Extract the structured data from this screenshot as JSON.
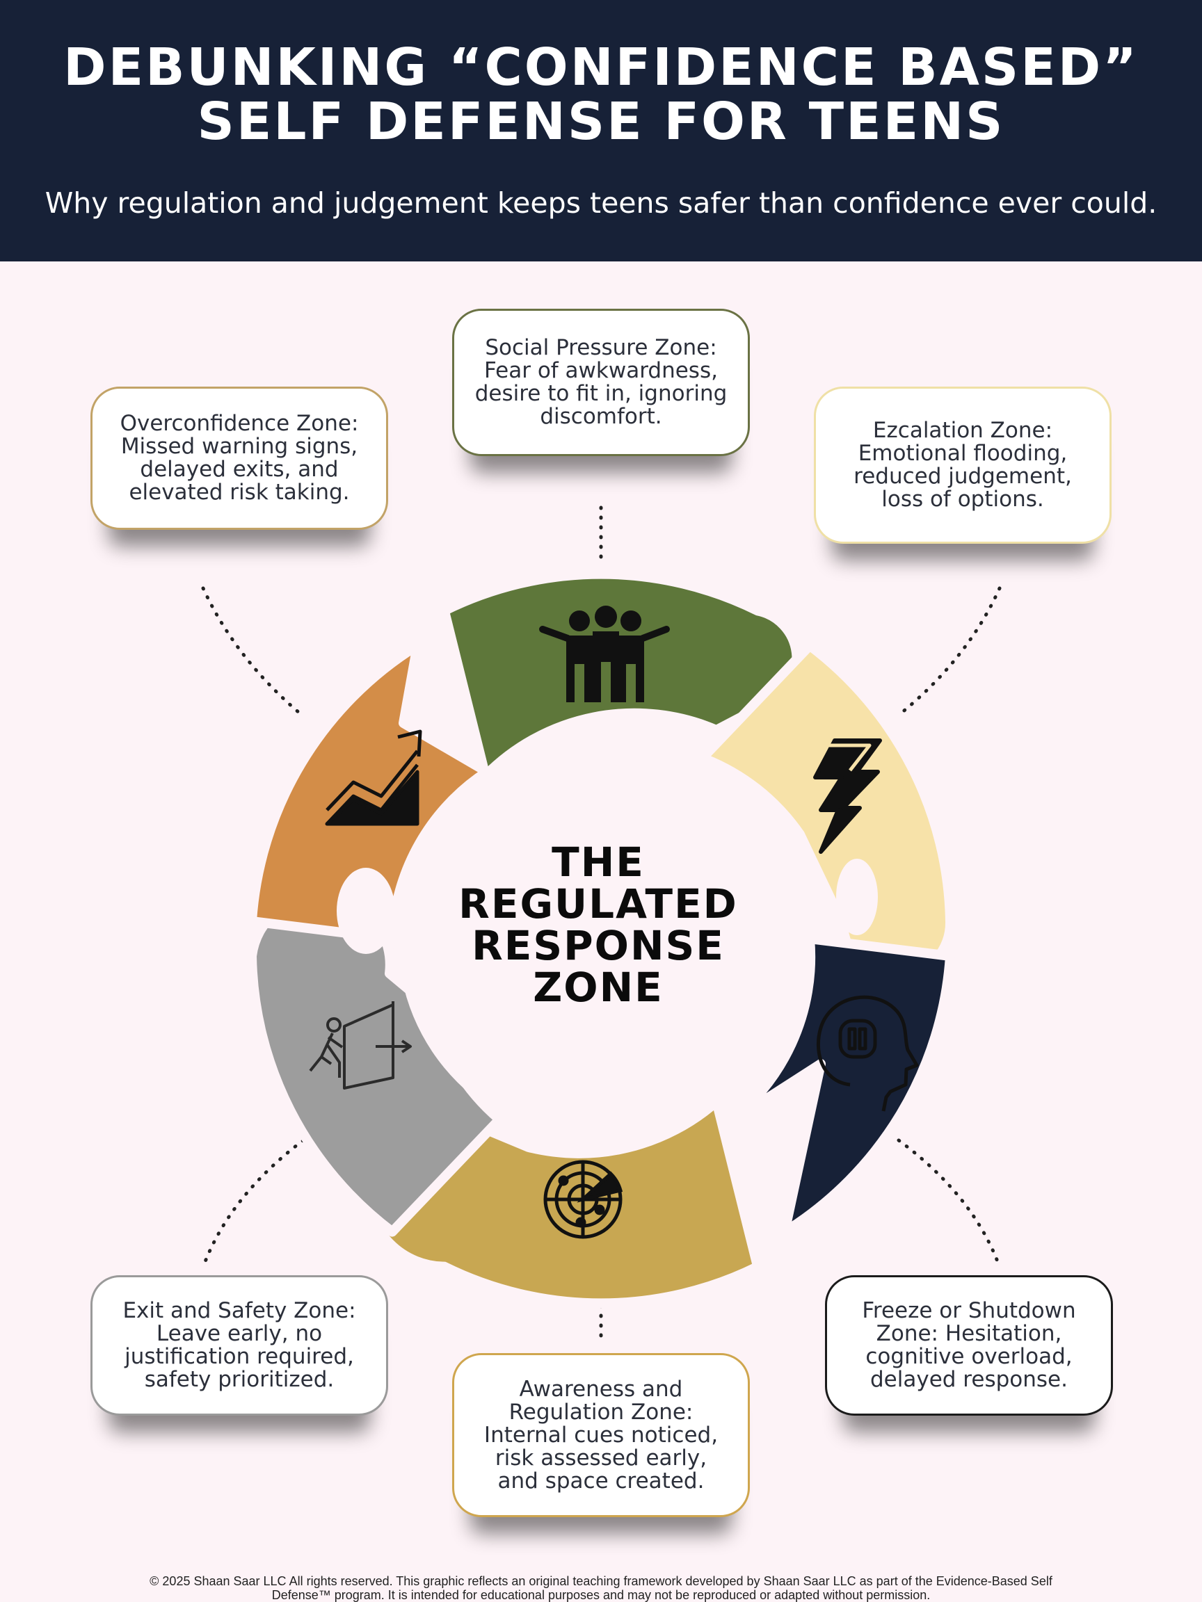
{
  "header": {
    "title_line1": "DEBUNKING “CONFIDENCE BASED”",
    "title_line2": "SELF DEFENSE FOR TEENS",
    "subtitle": "Why regulation and judgement keeps teens safer than confidence ever could."
  },
  "center": {
    "line1": "THE",
    "line2": "REGULATED",
    "line3": "RESPONSE",
    "line4": "ZONE"
  },
  "zones": [
    {
      "id": "social",
      "text": "Social Pressure Zone:\nFear of awkwardness,\ndesire to fit in, ignoring\ndiscomfort.",
      "color": "#5e773a",
      "border": "#5e773a",
      "icon": "group-icon"
    },
    {
      "id": "escalation",
      "text": "Ezcalation Zone:\nEmotional flooding,\nreduced judgement,\nloss of options.",
      "color": "#f7e2a9",
      "border": "#efe0a6",
      "icon": "lightning-icon"
    },
    {
      "id": "freeze",
      "text": "Freeze or Shutdown\nZone: Hesitation,\ncognitive overload,\ndelayed response.",
      "color": "#172137",
      "border": "#1b1b1b",
      "icon": "head-pause-icon"
    },
    {
      "id": "awareness",
      "text": "Awareness and\nRegulation Zone:\nInternal cues noticed,\nrisk assessed early,\nand space created.",
      "color": "#c8a752",
      "border": "#cfa64e",
      "icon": "radar-icon"
    },
    {
      "id": "exit",
      "text": "Exit and Safety Zone:\nLeave early, no\njustification required,\nsafety prioritized.",
      "color": "#9d9d9d",
      "border": "#9a9a9a",
      "icon": "exit-door-icon"
    },
    {
      "id": "overconfidence",
      "text": "Overconfidence Zone:\nMissed warning signs,\ndelayed exits, and\nelevated risk taking.",
      "color": "#d38d48",
      "border": "#c2a367",
      "icon": "trend-up-icon"
    }
  ],
  "footer": {
    "line1": "© 2025 Shaan Saar LLC All rights reserved. This graphic reflects an original teaching framework developed by Shaan Saar LLC as part of the Evidence-Based Self",
    "line2": "Defense™ program. It is intended for educational purposes and may not be reproduced or adapted without permission."
  }
}
